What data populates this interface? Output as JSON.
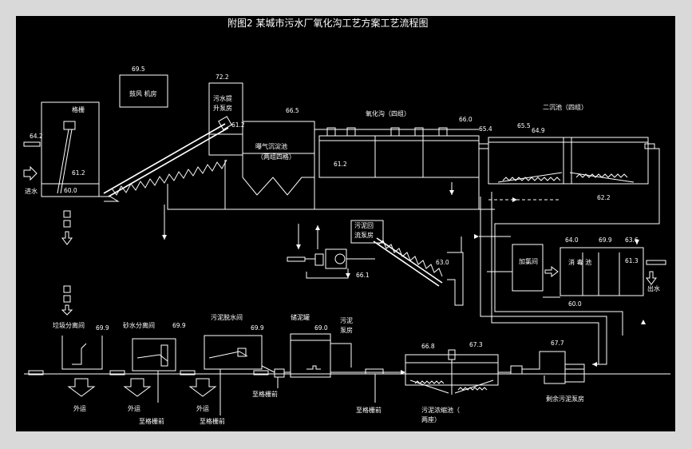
{
  "title": "附图2 某城市污水厂氧化沟工艺方案工艺流程图",
  "colors": {
    "background": "#000000",
    "lines": "#ffffff",
    "frame": "#d9d9d9"
  },
  "units": {
    "blower": {
      "label": "鼓风 机房",
      "elev": "69.5"
    },
    "grille": {
      "label": "格栅",
      "elev_top": "64.2",
      "elev_mid": "61.2",
      "elev_bot": "60.0",
      "inlet": "进水"
    },
    "lift": {
      "label1": "污水提",
      "label2": "升泵房",
      "elev_top": "72.2",
      "elev_mid": "61.2"
    },
    "aerated": {
      "label1": "曝气沉淀池",
      "label2": "（两组四格）",
      "elev": "66.5"
    },
    "oxidation": {
      "label": "氧化沟（四组）",
      "elev_top": "66.0",
      "elev_mid": "65.4",
      "elev_bot": "61.2"
    },
    "clarifier": {
      "label": "二沉池（四组）",
      "elev_top": "65.5",
      "elev_mid": "64.9",
      "elev_bot": "62.2"
    },
    "return_pump": {
      "label1": "污泥回",
      "label2": "流泵房",
      "elev_a": "63.0",
      "elev_b": "66.1"
    },
    "disinfect": {
      "chlorine": "加氯间",
      "tank": "消 毒 池",
      "elev_a": "64.0",
      "elev_b": "69.9",
      "elev_c": "63.6",
      "elev_d": "61.3",
      "elev_e": "60.0",
      "outlet": "出水"
    },
    "screenings": {
      "label": "垃圾分离间",
      "elev": "69.9",
      "haul": "外运"
    },
    "sand": {
      "label": "砂水分离间",
      "elev": "69.9",
      "haul": "外运",
      "to_grille": "至格栅前"
    },
    "dewater": {
      "label": "污泥脱水间",
      "elev": "69.9",
      "haul": "外运",
      "to_grille": "至格栅前"
    },
    "storage": {
      "label": "储泥罐",
      "elev": "69.0",
      "to_grille": "至格栅前"
    },
    "sludge_pump": {
      "label1": "污泥",
      "label2": "泵房"
    },
    "thickener": {
      "label1": "污泥浓缩池（",
      "label2": "两座）",
      "elev_a": "66.8",
      "elev_b": "67.3",
      "to_grille": "至格栅前"
    },
    "excess_pump": {
      "label": "剩余污泥泵房",
      "elev": "67.7"
    }
  }
}
